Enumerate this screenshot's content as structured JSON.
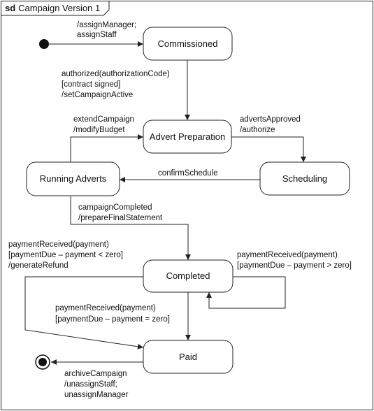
{
  "frame": {
    "keyword": "sd",
    "title": "Campaign Version 1"
  },
  "states": {
    "commissioned": "Commissioned",
    "advert_preparation": "Advert Preparation",
    "scheduling": "Scheduling",
    "running_adverts": "Running Adverts",
    "completed": "Completed",
    "paid": "Paid"
  },
  "transitions": {
    "initial_to_commissioned": [
      "/assignManager;",
      "assignStaff"
    ],
    "commissioned_to_prep": [
      "authorized(authorizationCode)",
      "[contract signed]",
      "/setCampaignActive"
    ],
    "prep_to_scheduling": [
      "advertsApproved",
      "/authorize"
    ],
    "scheduling_to_running": [
      "confirmSchedule"
    ],
    "running_to_prep": [
      "extendCampaign",
      "/modifyBudget"
    ],
    "running_to_completed": [
      "campaignCompleted",
      "/prepareFinalStatement"
    ],
    "completed_refund": [
      "paymentReceived(payment)",
      "[paymentDue – payment < zero]",
      "/generateRefund"
    ],
    "completed_self": [
      "paymentReceived(payment)",
      "[paymentDue – payment > zero]"
    ],
    "completed_to_paid": [
      "paymentReceived(payment)",
      "[paymentDue – payment = zero]"
    ],
    "paid_to_final": [
      "archiveCampaign",
      "/unassignStaff;",
      "unassignManager"
    ]
  }
}
